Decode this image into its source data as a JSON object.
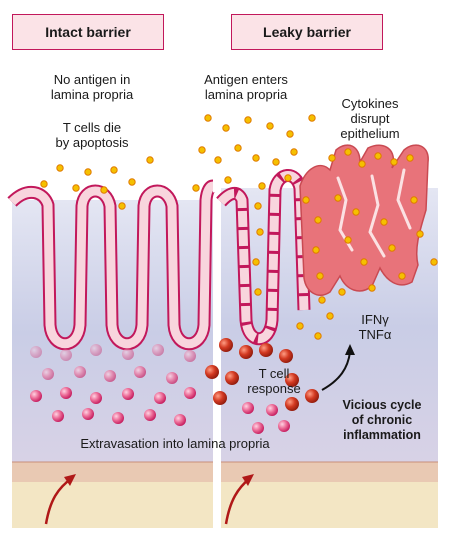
{
  "labels": {
    "intact_header": "Intact barrier",
    "leaky_header": "Leaky barrier",
    "no_antigen_line1": "No antigen in",
    "no_antigen_line2": "lamina propria",
    "t_cells_die_line1": "T cells die",
    "t_cells_die_line2": "by apoptosis",
    "antigen_enters_line1": "Antigen enters",
    "antigen_enters_line2": "lamina propria",
    "cytokines_line1": "Cytokines",
    "cytokines_line2": "disrupt",
    "cytokines_line3": "epithelium",
    "ifn": "IFNγ",
    "tnf": "TNFα",
    "tcell_response_line1": "T cell",
    "tcell_response_line2": "response",
    "vicious_line1": "Vicious cycle",
    "vicious_line2": "of chronic",
    "vicious_line3": "inflammation",
    "extravasation": "Extravasation into lamina propria"
  },
  "colors": {
    "header_fill": "#fbe3e7",
    "header_border": "#c2185b",
    "lamina": "#c9cde6",
    "villus_outline": "#c2185b",
    "villus_fill": "#f6cfd8",
    "inflamed": "#e8737a",
    "antigen": "#f5c000",
    "pink_cell": "#e8558a",
    "red_cell": "#c62a1e",
    "tissue_band": "#e9c9b3",
    "submucosa": "#f3e6c4",
    "arrow": "#b01818"
  }
}
